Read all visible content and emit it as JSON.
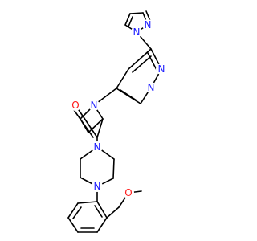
{
  "molecule": {
    "atoms": [
      {
        "id": "N_pz1",
        "label": "N",
        "color": "#1a1aff"
      },
      {
        "id": "N_pz2",
        "label": "N",
        "color": "#1a1aff"
      },
      {
        "id": "N_pm1",
        "label": "N",
        "color": "#1a1aff"
      },
      {
        "id": "N_pm3",
        "label": "N",
        "color": "#1a1aff"
      },
      {
        "id": "N_az",
        "label": "N",
        "color": "#1a1aff"
      },
      {
        "id": "O_co",
        "label": "O",
        "color": "#ff1a1a"
      },
      {
        "id": "N_pip1",
        "label": "N",
        "color": "#1a1aff"
      },
      {
        "id": "N_pip4",
        "label": "N",
        "color": "#1a1aff"
      },
      {
        "id": "O_ome",
        "label": "O",
        "color": "#ff1a1a"
      }
    ],
    "bond_color": "#000000"
  }
}
